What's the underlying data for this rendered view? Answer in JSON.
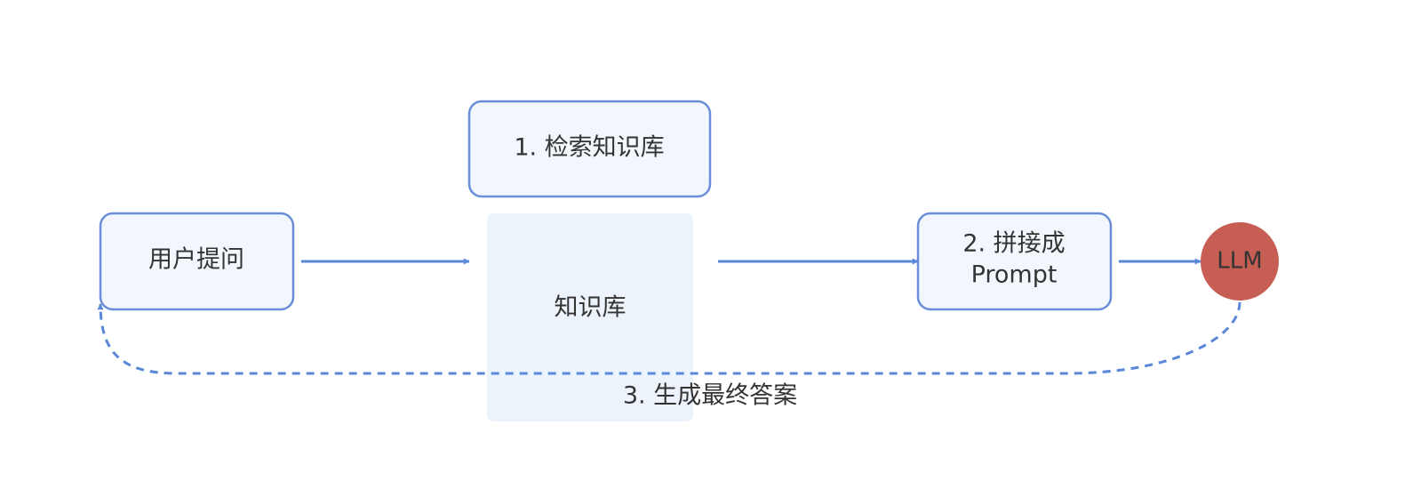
{
  "nodes": {
    "user_question": {
      "label": "用户提问"
    },
    "search_kb": {
      "label": "1. 检索知识库"
    },
    "knowledge_base": {
      "label": "知识库"
    },
    "concat_prompt": {
      "line1": "2. 拼接成",
      "line2": "Prompt"
    },
    "llm": {
      "label": "LLM"
    }
  },
  "edges": {
    "final_answer": {
      "label": "3. 生成最终答案"
    }
  },
  "colors": {
    "node_fill": "#f2f7fd",
    "node_stroke": "#6a8fd8",
    "arrow": "#5b87d8",
    "kb_fill": "#edf3fa",
    "llm_fill": "#c65e54",
    "text": "#333333"
  }
}
